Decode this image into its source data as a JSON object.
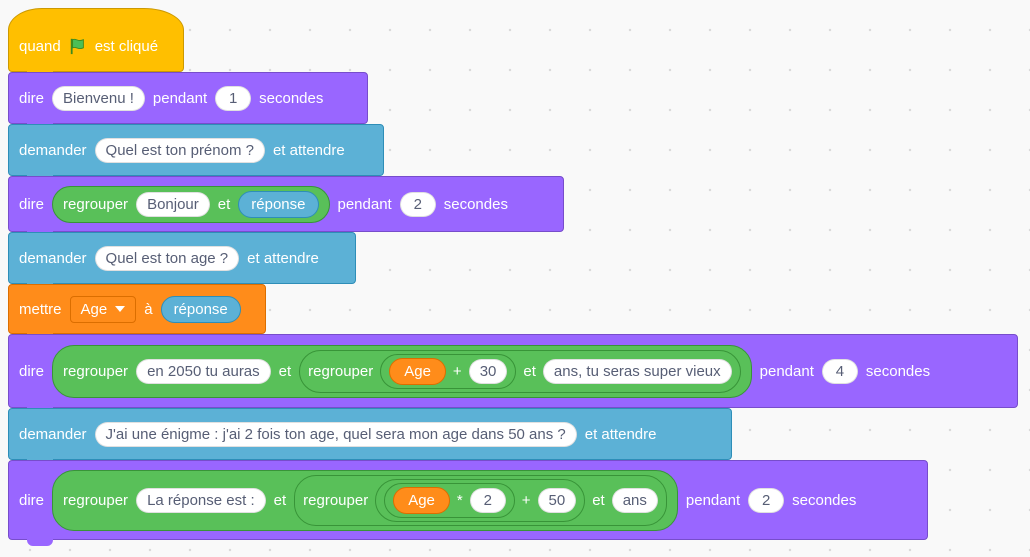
{
  "colors": {
    "looks": "#9966ff",
    "sensing": "#5cb1d6",
    "data": "#ff8c1a",
    "events": "#ffbf00",
    "operators": "#59c059"
  },
  "hat": {
    "when": "quand",
    "icon": "green-flag-icon",
    "clicked": "est cliqué"
  },
  "b1": {
    "say": "dire",
    "msg": "Bienvenu !",
    "for": "pendant",
    "secs": "1",
    "unit": "secondes"
  },
  "b2": {
    "ask": "demander",
    "question": "Quel est ton prénom ?",
    "wait": "et attendre"
  },
  "b3": {
    "say": "dire",
    "join": "regrouper",
    "a": "Bonjour",
    "and": "et",
    "answer": "réponse",
    "for": "pendant",
    "secs": "2",
    "unit": "secondes"
  },
  "b4": {
    "ask": "demander",
    "question": "Quel est ton age ?",
    "wait": "et attendre"
  },
  "b5": {
    "set": "mettre",
    "var": "Age",
    "to": "à",
    "answer": "réponse"
  },
  "b6": {
    "say": "dire",
    "join": "regrouper",
    "a": "en 2050 tu auras",
    "and": "et",
    "join2": "regrouper",
    "var": "Age",
    "plus": "+",
    "num": "30",
    "and2": "et",
    "b": "ans, tu seras super vieux",
    "for": "pendant",
    "secs": "4",
    "unit": "secondes"
  },
  "b7": {
    "ask": "demander",
    "question": "J'ai une énigme : j'ai 2 fois ton age, quel sera mon age dans 50 ans ?",
    "wait": "et attendre"
  },
  "b8": {
    "say": "dire",
    "join": "regrouper",
    "a": "La réponse est :",
    "and": "et",
    "join2": "regrouper",
    "var": "Age",
    "times": "*",
    "num1": "2",
    "plus": "+",
    "num2": "50",
    "and2": "et",
    "b": "ans",
    "for": "pendant",
    "secs": "2",
    "unit": "secondes"
  }
}
